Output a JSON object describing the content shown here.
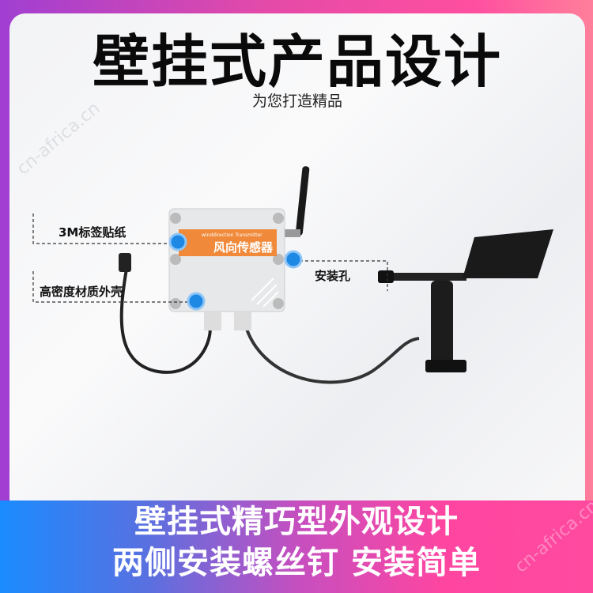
{
  "header": {
    "title": "壁挂式产品设计",
    "subtitle": "为您打造精品"
  },
  "product": {
    "label_series": "winddirection Transmitter",
    "label_name": "风向传感器",
    "label_color": "#f08a3a"
  },
  "callouts": [
    {
      "text": "3M标签贴纸"
    },
    {
      "text": "高密度材质外壳"
    },
    {
      "text": "安装孔"
    }
  ],
  "banner": {
    "line1": "壁挂式精巧型外观设计",
    "line2": "两侧安装螺丝钉 安装简单"
  },
  "watermark": "cn-africa.cn",
  "colors": {
    "accent_dot": "#1e88e5",
    "banner_left": "#1a8cff",
    "banner_right": "#ff4aa0"
  }
}
